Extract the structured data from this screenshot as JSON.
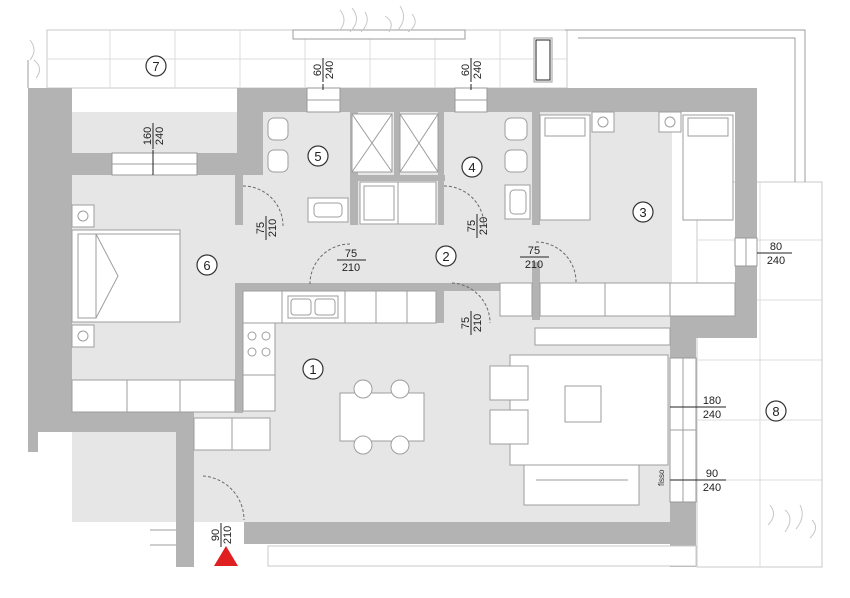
{
  "rooms": [
    {
      "num": "1"
    },
    {
      "num": "2"
    },
    {
      "num": "3"
    },
    {
      "num": "4"
    },
    {
      "num": "5"
    },
    {
      "num": "6"
    },
    {
      "num": "7"
    },
    {
      "num": "8"
    }
  ],
  "openings": [
    {
      "w": "60",
      "h": "240"
    },
    {
      "w": "60",
      "h": "240"
    },
    {
      "w": "160",
      "h": "240"
    },
    {
      "w": "75",
      "h": "210"
    },
    {
      "w": "75",
      "h": "210"
    },
    {
      "w": "75",
      "h": "210"
    },
    {
      "w": "75",
      "h": "210"
    },
    {
      "w": "75",
      "h": "210"
    },
    {
      "w": "80",
      "h": "240"
    },
    {
      "w": "180",
      "h": "240"
    },
    {
      "w": "90",
      "h": "240"
    },
    {
      "w": "90",
      "h": "210"
    }
  ],
  "labels": {
    "fisso": "fisso"
  },
  "colors": {
    "wall": "#b3b3b3",
    "floor": "#e6e6e6",
    "entrance_marker": "#e02020"
  }
}
